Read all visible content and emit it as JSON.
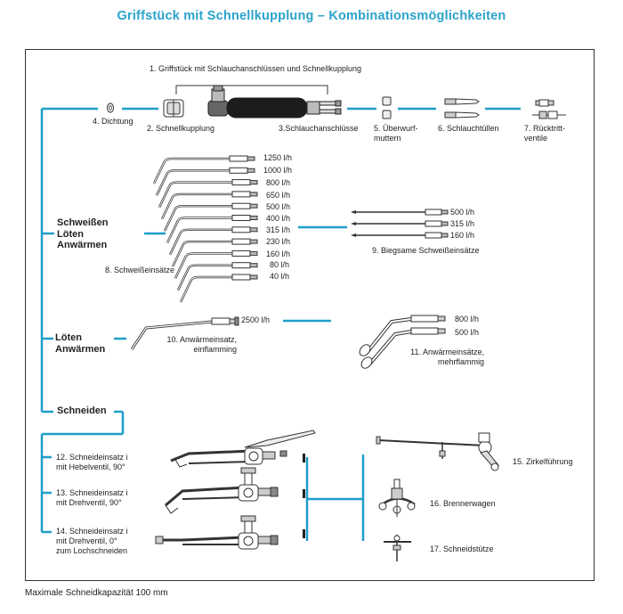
{
  "title": "Griffstück mit Schnellkupplung – Kombinationsmöglichkeiten",
  "colors": {
    "accent": "#2ba3cc",
    "line": "#1f9ec9",
    "drawing": "#333333"
  },
  "top": {
    "handle_label": "1. Griffstück mit Schlauchanschlüssen und Schnellkupplung",
    "parts": [
      {
        "label": "4. Dichtung"
      },
      {
        "label": "2. Schnellkupplung"
      },
      {
        "label": "3.Schlauchanschlüsse"
      },
      {
        "label": "5. Überwurf-\nmuttern"
      },
      {
        "label": "6. Schlauchtüllen"
      },
      {
        "label": "7. Rücktritt-\nventile"
      }
    ]
  },
  "categories": {
    "welding": "Schweißen\nLöten\nAnwärmen",
    "soldering": "Löten\nAnwärmen",
    "cutting": "Schneiden"
  },
  "welding": {
    "flows": [
      "1250 l/h",
      "1000 l/h",
      "800 l/h",
      "650 l/h",
      "500 l/h",
      "400 l/h",
      "315 l/h",
      "230 l/h",
      "160 l/h",
      "80 l/h",
      "40 l/h"
    ],
    "inserts_label": "8. Schweißeinsätze",
    "flex_flows": [
      "500 l/h",
      "315 l/h",
      "160 l/h"
    ],
    "flex_label": "9. Biegsame Schweißeinsätze"
  },
  "heating": {
    "single_flow": "2500 l/h",
    "single_label": "10. Anwärmeinsatz,\neinflamming",
    "multi_flows": [
      "800 l/h",
      "500 l/h"
    ],
    "multi_label": "11. Anwärmeinsätze,\nmehrflammig"
  },
  "cutting": {
    "items": [
      {
        "label": "12. Schneideinsatz i\nmit Hebelventil, 90°"
      },
      {
        "label": "13. Schneideinsatz i\nmit Drehventil, 90°"
      },
      {
        "label": "14. Schneideinsatz i\nmit Drehventil, 0°\nzum Lochschneiden"
      }
    ],
    "accessories": [
      {
        "label": "15. Zirkelführung"
      },
      {
        "label": "16. Brennerwagen"
      },
      {
        "label": "17. Schneidstütze"
      }
    ]
  },
  "footer": "Maximale Schneidkapazität 100 mm"
}
